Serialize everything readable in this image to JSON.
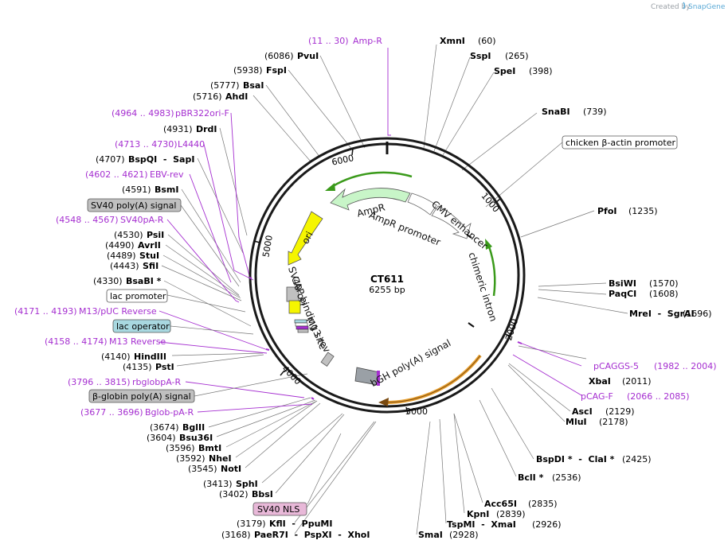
{
  "credit": {
    "prefix": "Created by",
    "brand": "SnapGene"
  },
  "plasmid": {
    "name": "CT611",
    "length_label": "6255 bp"
  },
  "ticks": [
    "6000",
    "1000",
    "2000",
    "3000",
    "4000",
    "5000"
  ],
  "enzymes": [
    {
      "name": "XmnI",
      "pos": "(60)"
    },
    {
      "name": "SspI",
      "pos": "(265)"
    },
    {
      "name": "SpeI",
      "pos": "(398)"
    },
    {
      "name": "SnaBI",
      "pos": "(739)"
    },
    {
      "name": "PfoI",
      "pos": "(1235)"
    },
    {
      "name": "BsiWI",
      "pos": "(1570)"
    },
    {
      "name": "PaqCI",
      "pos": "(1608)"
    },
    {
      "name": "MreI  -  SgrAI",
      "pos": "(1696)"
    },
    {
      "name": "XbaI",
      "pos": "(2011)"
    },
    {
      "name": "AscI",
      "pos": "(2129)"
    },
    {
      "name": "MluI",
      "pos": "(2178)"
    },
    {
      "name": "BspDI *  -  ClaI *",
      "pos": "(2425)"
    },
    {
      "name": "BclI *",
      "pos": "(2536)"
    },
    {
      "name": "Acc65I",
      "pos": "(2835)"
    },
    {
      "name": "KpnI",
      "pos": "(2839)"
    },
    {
      "name": "TspMI  -  XmaI",
      "pos": "(2926)"
    },
    {
      "name": "SmaI",
      "pos": "(2928)"
    },
    {
      "name": "PvuI",
      "pos": "(6086)"
    },
    {
      "name": "FspI",
      "pos": "(5938)"
    },
    {
      "name": "BsaI",
      "pos": "(5777)"
    },
    {
      "name": "AhdI",
      "pos": "(5716)"
    },
    {
      "name": "DrdI",
      "pos": "(4931)"
    },
    {
      "name": "BspQI  -  SapI",
      "pos": "(4707)"
    },
    {
      "name": "BsmI",
      "pos": "(4591)"
    },
    {
      "name": "PsiI",
      "pos": "(4530)"
    },
    {
      "name": "AvrII",
      "pos": "(4490)"
    },
    {
      "name": "StuI",
      "pos": "(4489)"
    },
    {
      "name": "SfiI",
      "pos": "(4443)"
    },
    {
      "name": "BsaBI *",
      "pos": "(4330)"
    },
    {
      "name": "HindIII",
      "pos": "(4140)"
    },
    {
      "name": "PstI",
      "pos": "(4135)"
    },
    {
      "name": "BglII",
      "pos": "(3674)"
    },
    {
      "name": "Bsu36I",
      "pos": "(3604)"
    },
    {
      "name": "BmtI",
      "pos": "(3596)"
    },
    {
      "name": "NheI",
      "pos": "(3592)"
    },
    {
      "name": "NotI",
      "pos": "(3545)"
    },
    {
      "name": "SphI",
      "pos": "(3413)"
    },
    {
      "name": "BbsI",
      "pos": "(3402)"
    },
    {
      "name": "KflI  -  PpuMI",
      "pos": "(3179)"
    },
    {
      "name": "PaeR7I  -  PspXI  -  XhoI",
      "pos": "(3168)"
    }
  ],
  "primers": [
    {
      "range": "(11 .. 30)",
      "name": "Amp-R"
    },
    {
      "range": "(4964 .. 4983)",
      "name": "pBR322ori-F"
    },
    {
      "range": "(4713 .. 4730)",
      "name": "L4440"
    },
    {
      "range": "(4602 .. 4621)",
      "name": "EBV-rev"
    },
    {
      "range": "(4548 .. 4567)",
      "name": "SV40pA-R"
    },
    {
      "range": "(4171 .. 4193)",
      "name": "M13/pUC Reverse"
    },
    {
      "range": "(4158 .. 4174)",
      "name": "M13 Reverse"
    },
    {
      "range": "(3796 .. 3815)",
      "name": "rbglobpA-R"
    },
    {
      "range": "(3677 .. 3696)",
      "name": "Bglob-pA-R"
    },
    {
      "range": "(1982 .. 2004)",
      "name": "pCAGGS-5"
    },
    {
      "range": "(2066 .. 2085)",
      "name": "pCAG-F"
    }
  ],
  "feature_boxes": [
    {
      "name": "chicken β-actin promoter",
      "fill": "#ffffff"
    },
    {
      "name": "SV40 poly(A) signal",
      "fill": "#c0c0c0"
    },
    {
      "name": "lac promoter",
      "fill": "#ffffff"
    },
    {
      "name": "lac operator",
      "fill": "#a8d8e0"
    },
    {
      "name": "β-globin poly(A) signal",
      "fill": "#c0c0c0"
    },
    {
      "name": "SV40 NLS",
      "fill": "#e8b8d8"
    }
  ],
  "inner_labels": [
    "AmpR",
    "AmpR promoter",
    "CMV enhancer",
    "chimeric intron",
    "ori",
    "CAP binding site",
    "SV40 ori",
    "M13 rev",
    "bGH poly(A) signal"
  ],
  "colors": {
    "primer": "#a52ed0",
    "ampr": "#c8f5c8",
    "ori": "#f5f500",
    "intron_arrow": "#3a9a1a",
    "bgh_arrow": "#e8a030",
    "ring": "#1a1a1a"
  }
}
